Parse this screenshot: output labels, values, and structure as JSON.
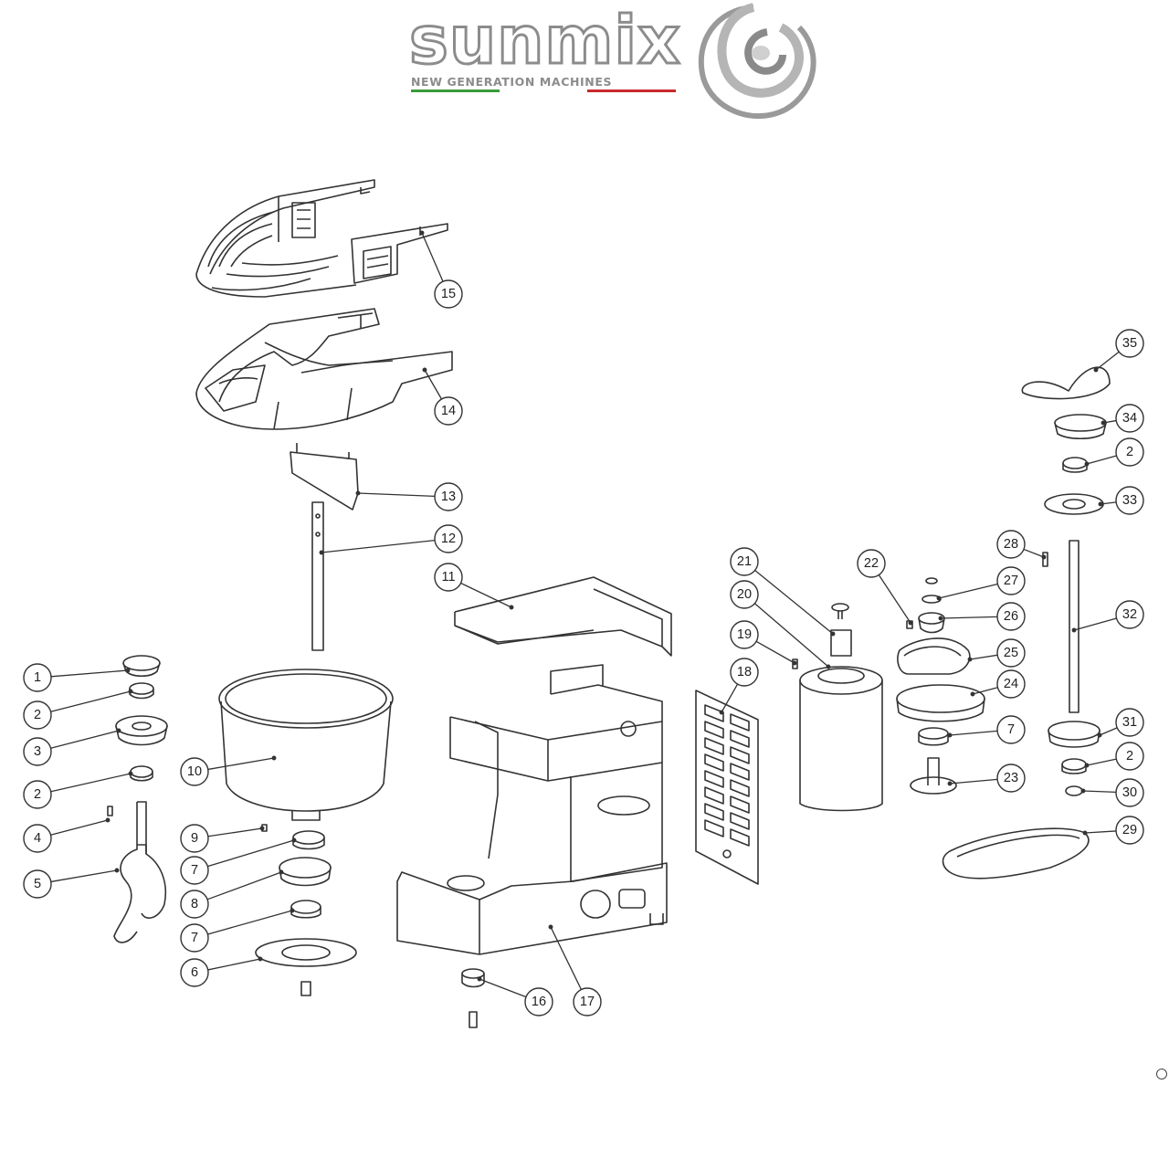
{
  "logo": {
    "wordmark": "sunmix",
    "tagline": "NEW GENERATION MACHINES",
    "colors": {
      "text": "#8c8c8c",
      "flag_green": "#3a9a3a",
      "flag_white": "#ffffff",
      "flag_red": "#c8282d"
    }
  },
  "diagram": {
    "callouts": [
      "1",
      "2",
      "3",
      "2",
      "4",
      "5",
      "10",
      "9",
      "7",
      "8",
      "7",
      "6",
      "15",
      "14",
      "13",
      "12",
      "11",
      "16",
      "17",
      "18",
      "19",
      "20",
      "21",
      "22",
      "23",
      "7",
      "24",
      "25",
      "26",
      "27",
      "28",
      "35",
      "34",
      "2",
      "33",
      "32",
      "31",
      "2",
      "30",
      "29"
    ]
  }
}
